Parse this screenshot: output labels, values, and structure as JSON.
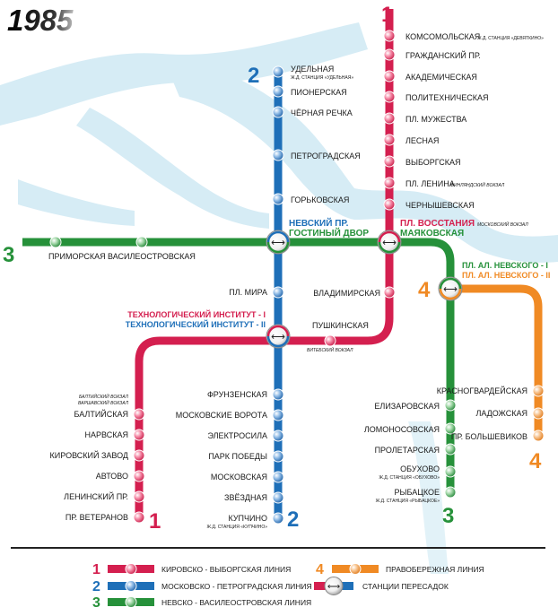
{
  "title": "1985",
  "colors": {
    "line1": "#d41f4f",
    "line2": "#1e6fb8",
    "line3": "#26913a",
    "line4": "#f08a24",
    "water": "#d6ecf5",
    "text_dark": "#1a1a1a"
  },
  "lines": {
    "l1": {
      "number": "1",
      "color": "#d41f4f"
    },
    "l2": {
      "number": "2",
      "color": "#1e6fb8"
    },
    "l3": {
      "number": "3",
      "color": "#26913a"
    },
    "l4": {
      "number": "4",
      "color": "#f08a24"
    }
  },
  "stations": {
    "komsomolskaya": "КОМСОМОЛЬСКАЯ",
    "devyatkino": "Ж.Д. СТАНЦИЯ «ДЕВЯТКИНО»",
    "grazhdansky": "ГРАЖДАНСКИЙ ПР.",
    "akademicheskaya": "АКАДЕМИЧЕСКАЯ",
    "politekh": "ПОЛИТЕХНИЧЕСКАЯ",
    "muzhestva": "ПЛ. МУЖЕСТВА",
    "lesnaya": "ЛЕСНАЯ",
    "vyborgskaya": "ВЫБОРГСКАЯ",
    "lenina": "ПЛ. ЛЕНИНА",
    "finlyandsky": "ФИНЛЯНДСКИЙ ВОКЗАЛ",
    "chernyshevskaya": "ЧЕРНЫШЕВСКАЯ",
    "vosstaniya": "ПЛ. ВОССТАНИЯ",
    "moskovsky_vokzal": "МОСКОВСКИЙ ВОКЗАЛ",
    "mayakovskaya": "МАЯКОВСКАЯ",
    "vladimirskaya": "ВЛАДИМИРСКАЯ",
    "pushkinskaya": "ПУШКИНСКАЯ",
    "vitebsky": "ВИТЕБСКИЙ ВОКЗАЛ",
    "tech1": "ТЕХНОЛОГИЧЕСКИЙ ИНСТИТУТ - I",
    "tech2": "ТЕХНОЛОГИЧЕСКИЙ ИНСТИТУТ - II",
    "baltiysky_vokzal": "БАЛТИЙСКИЙ ВОКЗАЛ",
    "varshavsky_vokzal": "ВАРШАВСКИЙ ВОКЗАЛ",
    "baltiyskaya": "БАЛТИЙСКАЯ",
    "narvskaya": "НАРВСКАЯ",
    "kirovsky": "КИРОВСКИЙ ЗАВОД",
    "avtovo": "АВТОВО",
    "leninsky": "ЛЕНИНСКИЙ ПР.",
    "veteranov": "ПР. ВЕТЕРАНОВ",
    "udelnaya": "УДЕЛЬНАЯ",
    "udelnaya_rail": "Ж.Д. СТАНЦИЯ «УДЕЛЬНАЯ»",
    "pionerskaya": "ПИОНЕРСКАЯ",
    "chernaya": "ЧЁРНАЯ РЕЧКА",
    "petrogradskaya": "ПЕТРОГРАДСКАЯ",
    "gorkovskaya": "ГОРЬКОВСКАЯ",
    "nevsky": "НЕВСКИЙ ПР.",
    "gostiny": "ГОСТИНЫЙ ДВОР",
    "mira": "ПЛ. МИРА",
    "frunzenskaya": "ФРУНЗЕНСКАЯ",
    "moskovskie_vorota": "МОСКОВСКИЕ ВОРОТА",
    "elektrosila": "ЭЛЕКТРОСИЛА",
    "park_pobedy": "ПАРК ПОБЕДЫ",
    "moskovskaya": "МОСКОВСКАЯ",
    "zvezdnaya": "ЗВЁЗДНАЯ",
    "kupchino": "КУПЧИНО",
    "kupchino_rail": "Ж.Д. СТАНЦИЯ «КУПЧИНО»",
    "primorskaya": "ПРИМОРСКАЯ",
    "vasileostrovskaya": "ВАСИЛЕОСТРОВСКАЯ",
    "nevskogo1": "ПЛ. АЛ. НЕВСКОГО - I",
    "nevskogo2": "ПЛ. АЛ. НЕВСКОГО - II",
    "elizarovskaya": "ЕЛИЗАРОВСКАЯ",
    "lomonosovskaya": "ЛОМОНОСОВСКАЯ",
    "proletarskaya": "ПРОЛЕТАРСКАЯ",
    "obukhovo": "ОБУХОВО",
    "obukhovo_rail": "Ж.Д. СТАНЦИЯ «ОБУХОВО»",
    "rybatskoe": "РЫБАЦКОЕ",
    "rybatskoe_rail": "Ж.Д. СТАНЦИЯ «РЫБАЦКОЕ»",
    "krasnogvardeyskaya": "КРАСНОГВАРДЕЙСКАЯ",
    "ladozhskaya": "ЛАДОЖСКАЯ",
    "bolshevikov": "ПР. БОЛЬШЕВИКОВ"
  },
  "legend": {
    "line1": "КИРОВСКО - ВЫБОРГСКАЯ ЛИНИЯ",
    "line2": "МОСКОВСКО - ПЕТРОГРАДСКАЯ ЛИНИЯ",
    "line3": "НЕВСКО - ВАСИЛЕОСТРОВСКАЯ ЛИНИЯ",
    "line4": "ПРАВОБЕРЕЖНАЯ ЛИНИЯ",
    "transfer": "СТАНЦИИ ПЕРЕСАДОК"
  }
}
